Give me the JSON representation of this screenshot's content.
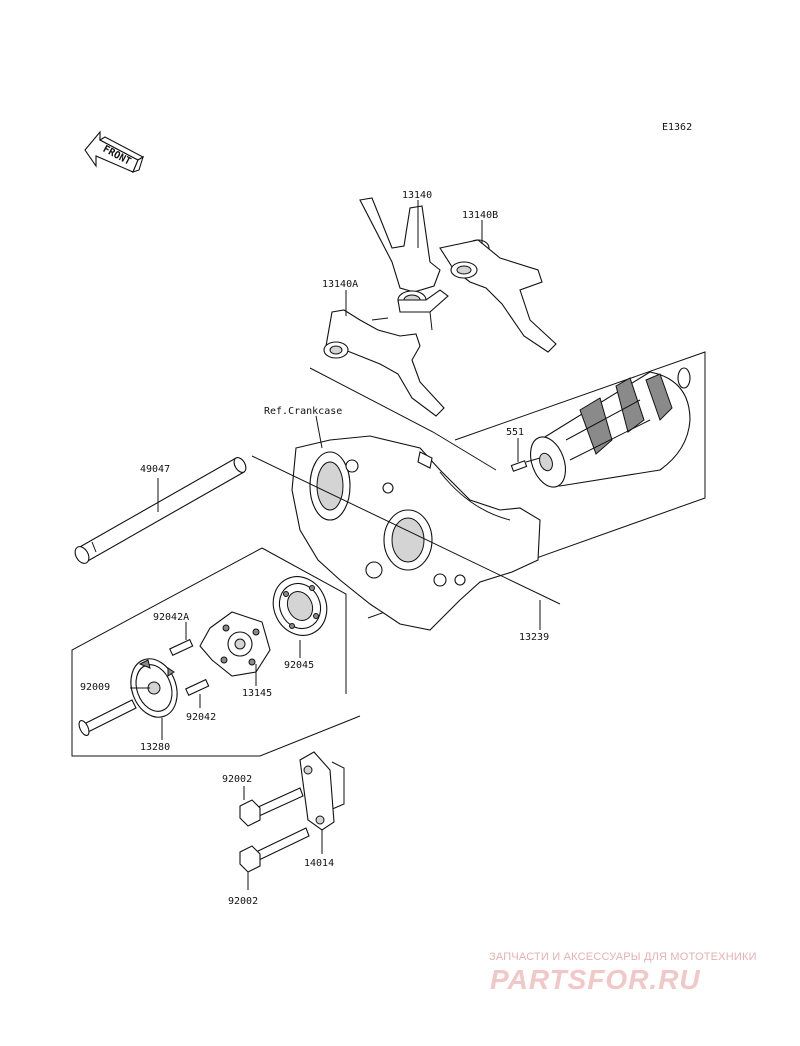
{
  "diagram_code": "E1362",
  "front_label": "FRONT",
  "ref_label": "Ref.Crankcase",
  "part_numbers": {
    "p13140": "13140",
    "p13140B": "13140B",
    "p13140A": "13140A",
    "p551": "551",
    "p49047": "49047",
    "p13239": "13239",
    "p92042A": "92042A",
    "p92045": "92045",
    "p92009": "92009",
    "p13145": "13145",
    "p92042": "92042",
    "p13280": "13280",
    "p92002_top": "92002",
    "p14014": "14014",
    "p92002_bottom": "92002"
  },
  "watermark": {
    "tagline": "ЗАПЧАСТИ И АКСЕССУАРЫ ДЛЯ МОТОТЕХНИКИ",
    "brand": "PARTSFOR.RU"
  },
  "colors": {
    "line": "#111111",
    "watermark": "#f1c7c7"
  }
}
